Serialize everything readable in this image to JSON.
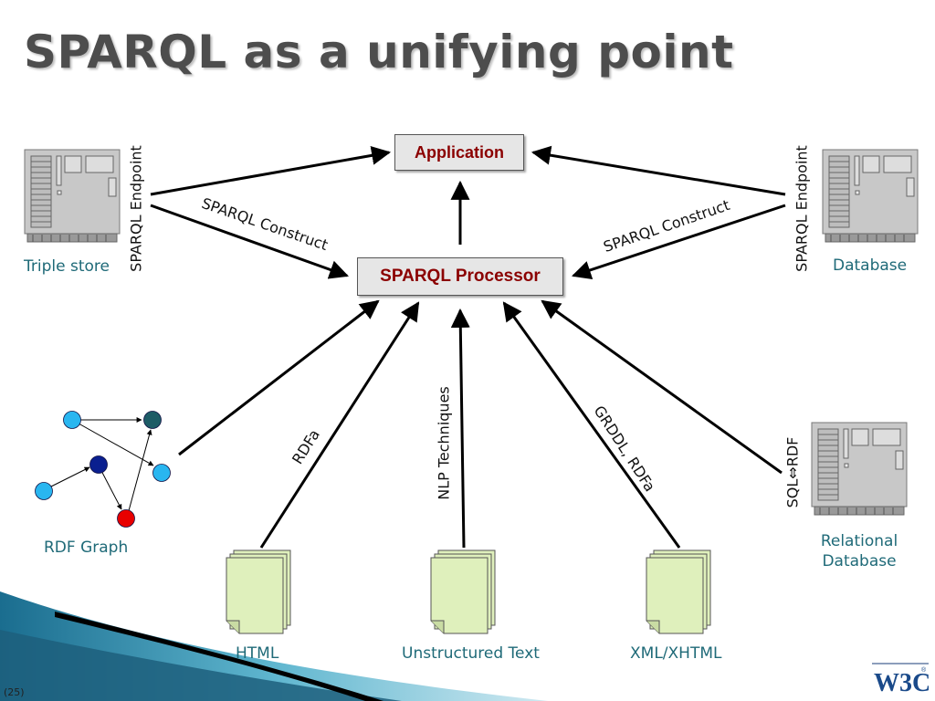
{
  "slide": {
    "title": "SPARQL as a unifying point",
    "page_number": "(25)"
  },
  "nodes": {
    "application": "Application",
    "sparql_processor": "SPARQL Processor"
  },
  "sources": {
    "triple_store": "Triple store",
    "database": "Database",
    "rdf_graph": "RDF Graph",
    "relational_database_line1": "Relational",
    "relational_database_line2": "Database",
    "html": "HTML",
    "unstructured_text": "Unstructured Text",
    "xml_xhtml": "XML/XHTML"
  },
  "edge_labels": {
    "sparql_endpoint_left": "SPARQL Endpoint",
    "sparql_endpoint_right": "SPARQL Endpoint",
    "sparql_construct_left": "SPARQL Construct",
    "sparql_construct_right": "SPARQL Construct",
    "rdfa": "RDFa",
    "nlp_techniques": "NLP Techniques",
    "grddl_rdfa": "GRDDL, RDFa",
    "sql_rdf": "SQL⇔RDF"
  },
  "logo": {
    "text": "W3C",
    "registered": "®"
  },
  "colors": {
    "node_text": "#8b0000",
    "source_label": "#1f6a78",
    "document": "#dff0bc",
    "server": "#c8c8c8"
  }
}
